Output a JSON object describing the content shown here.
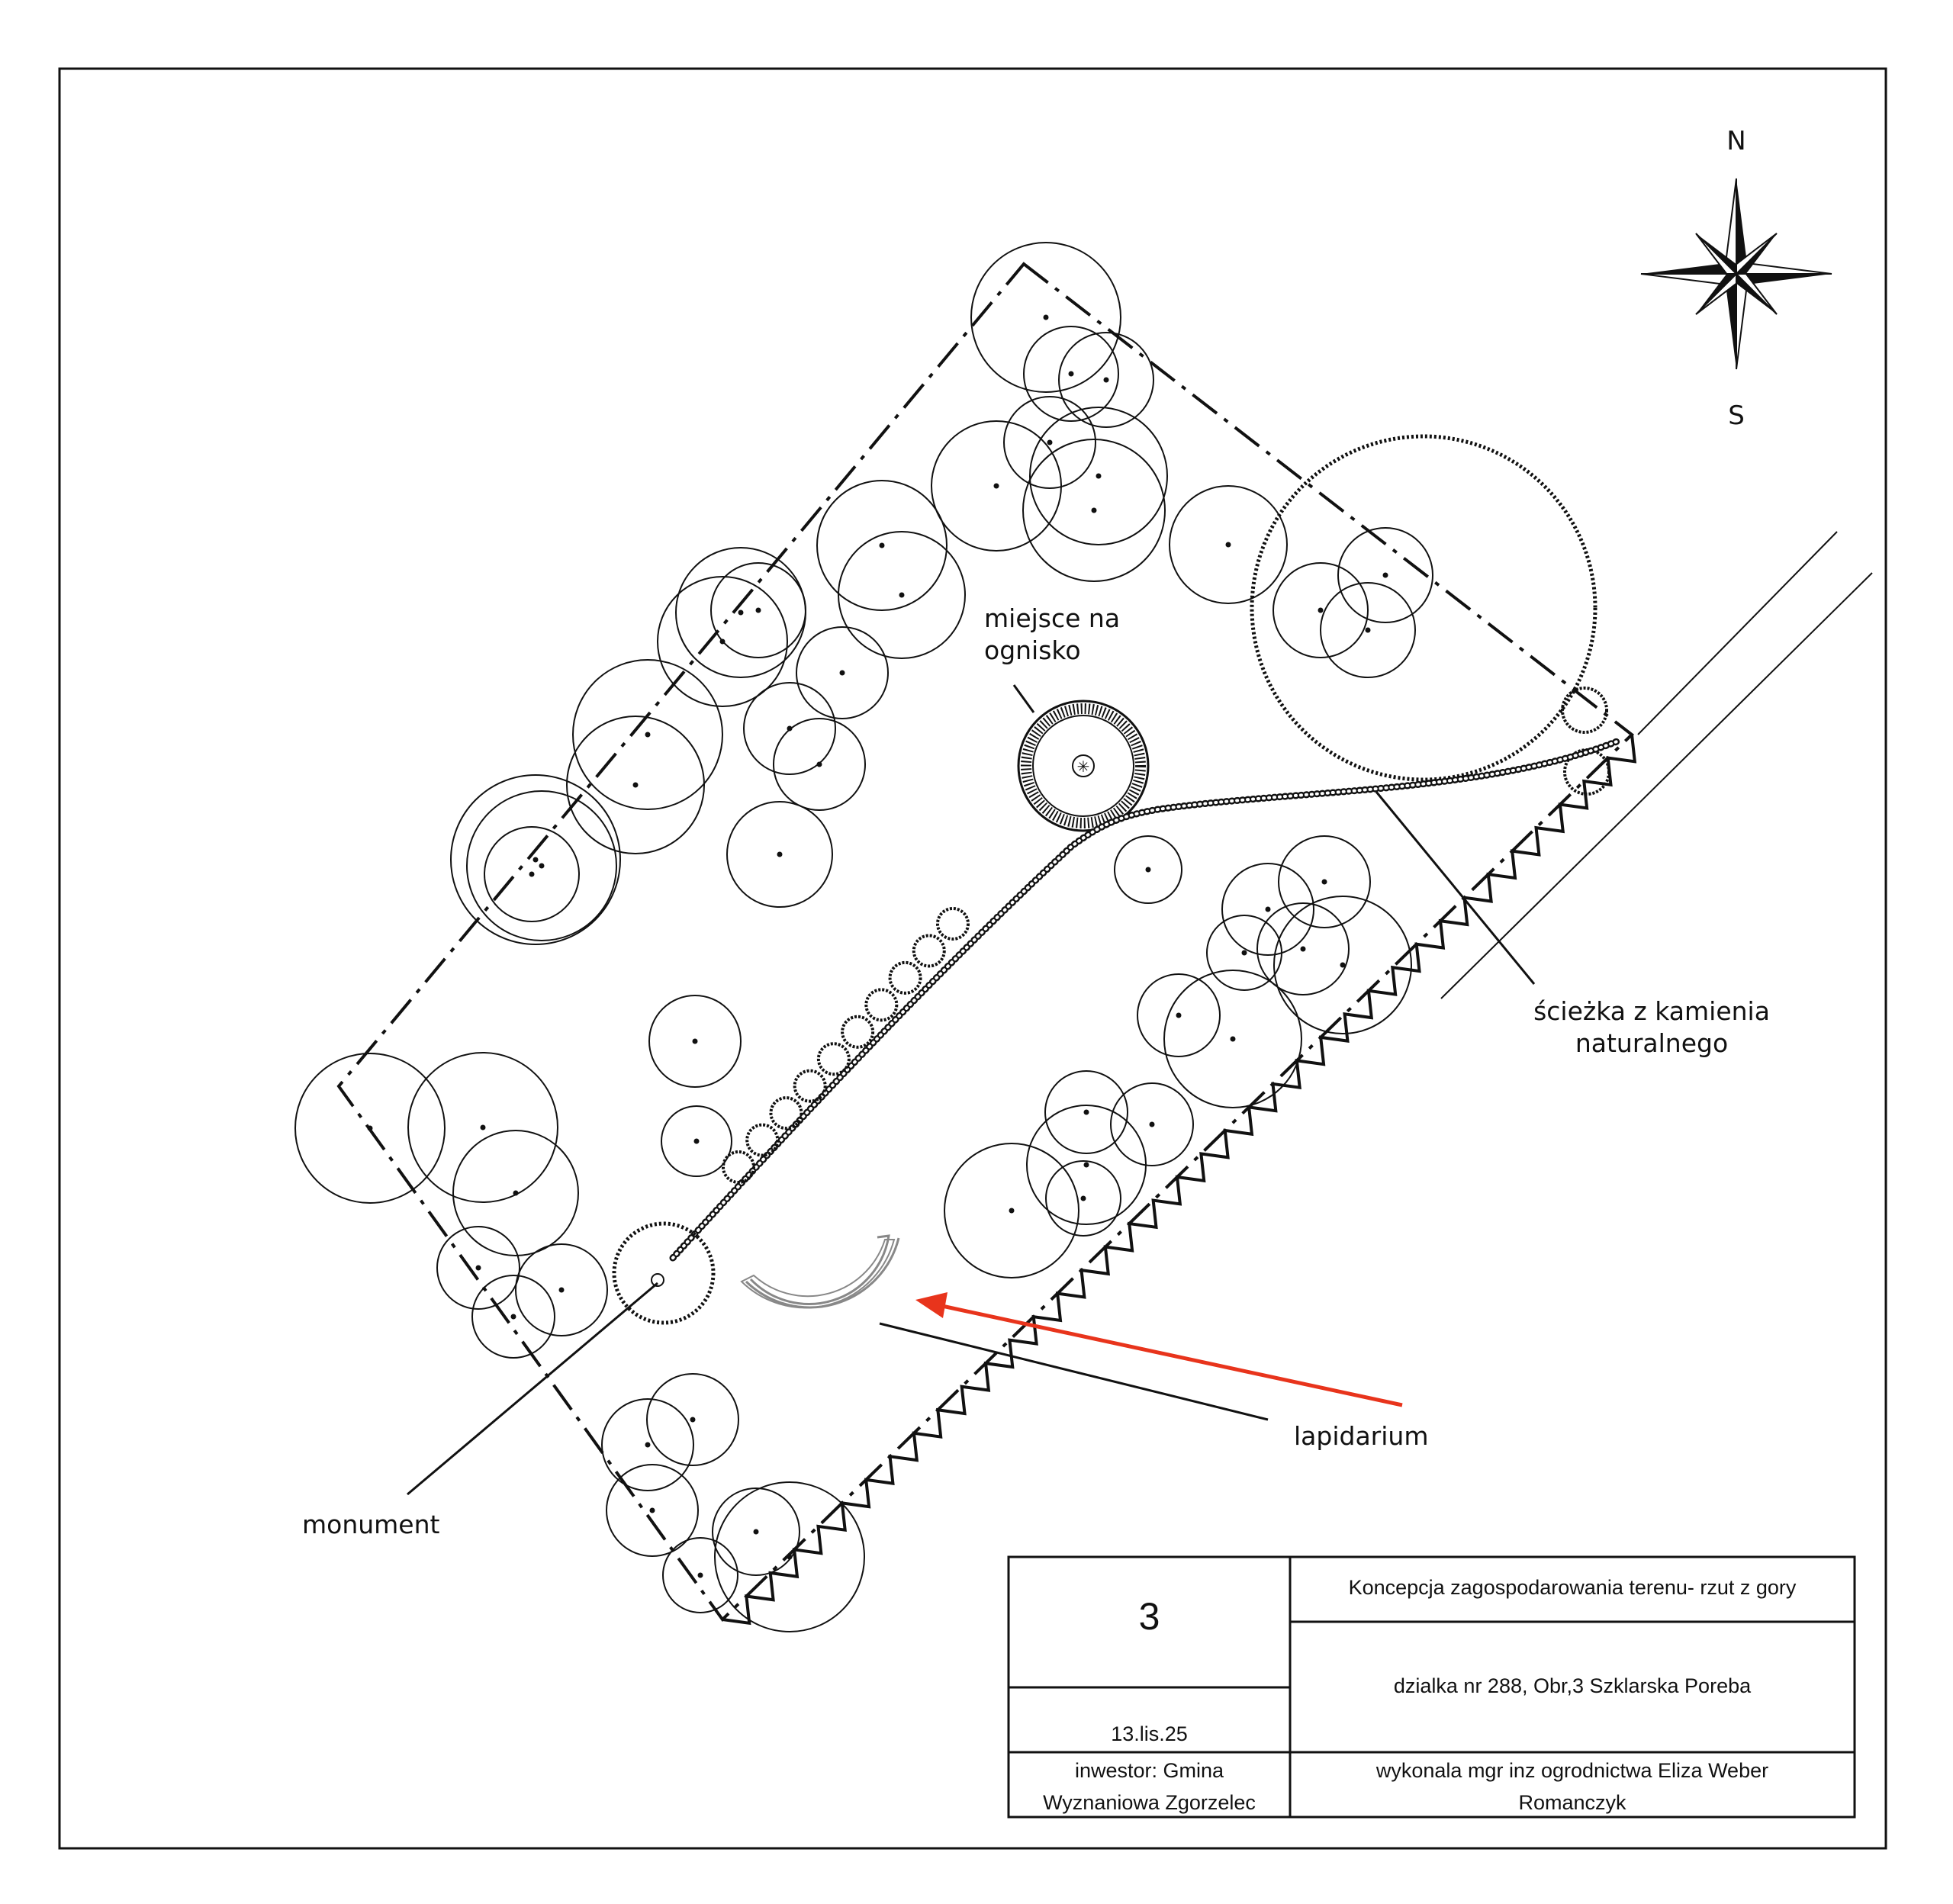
{
  "compass": {
    "north": "N",
    "south": "S"
  },
  "labels": {
    "fire_place_line1": "miejsce na",
    "fire_place_line2": "ognisko",
    "path_line1": "ścieżka z kamienia",
    "path_line2": "naturalnego",
    "lapidarium": "lapidarium",
    "monument": "monument"
  },
  "title_block": {
    "sheet_number": "3",
    "date": "13.lis.25",
    "investor_line1": "inwestor: Gmina",
    "investor_line2": "Wyznaniowa Zgorzelec",
    "title": "Koncepcja zagospodarowania terenu- rzut z gory",
    "location": "dzialka nr 288, Obr,3 Szklarska Poreba",
    "author_line1": "wykonala mgr inz ogrodnictwa Eliza Weber",
    "author_line2": "Romanczyk"
  },
  "colors": {
    "line": "#111111",
    "arrow": "#e8341c",
    "lapidarium": "#888888"
  }
}
